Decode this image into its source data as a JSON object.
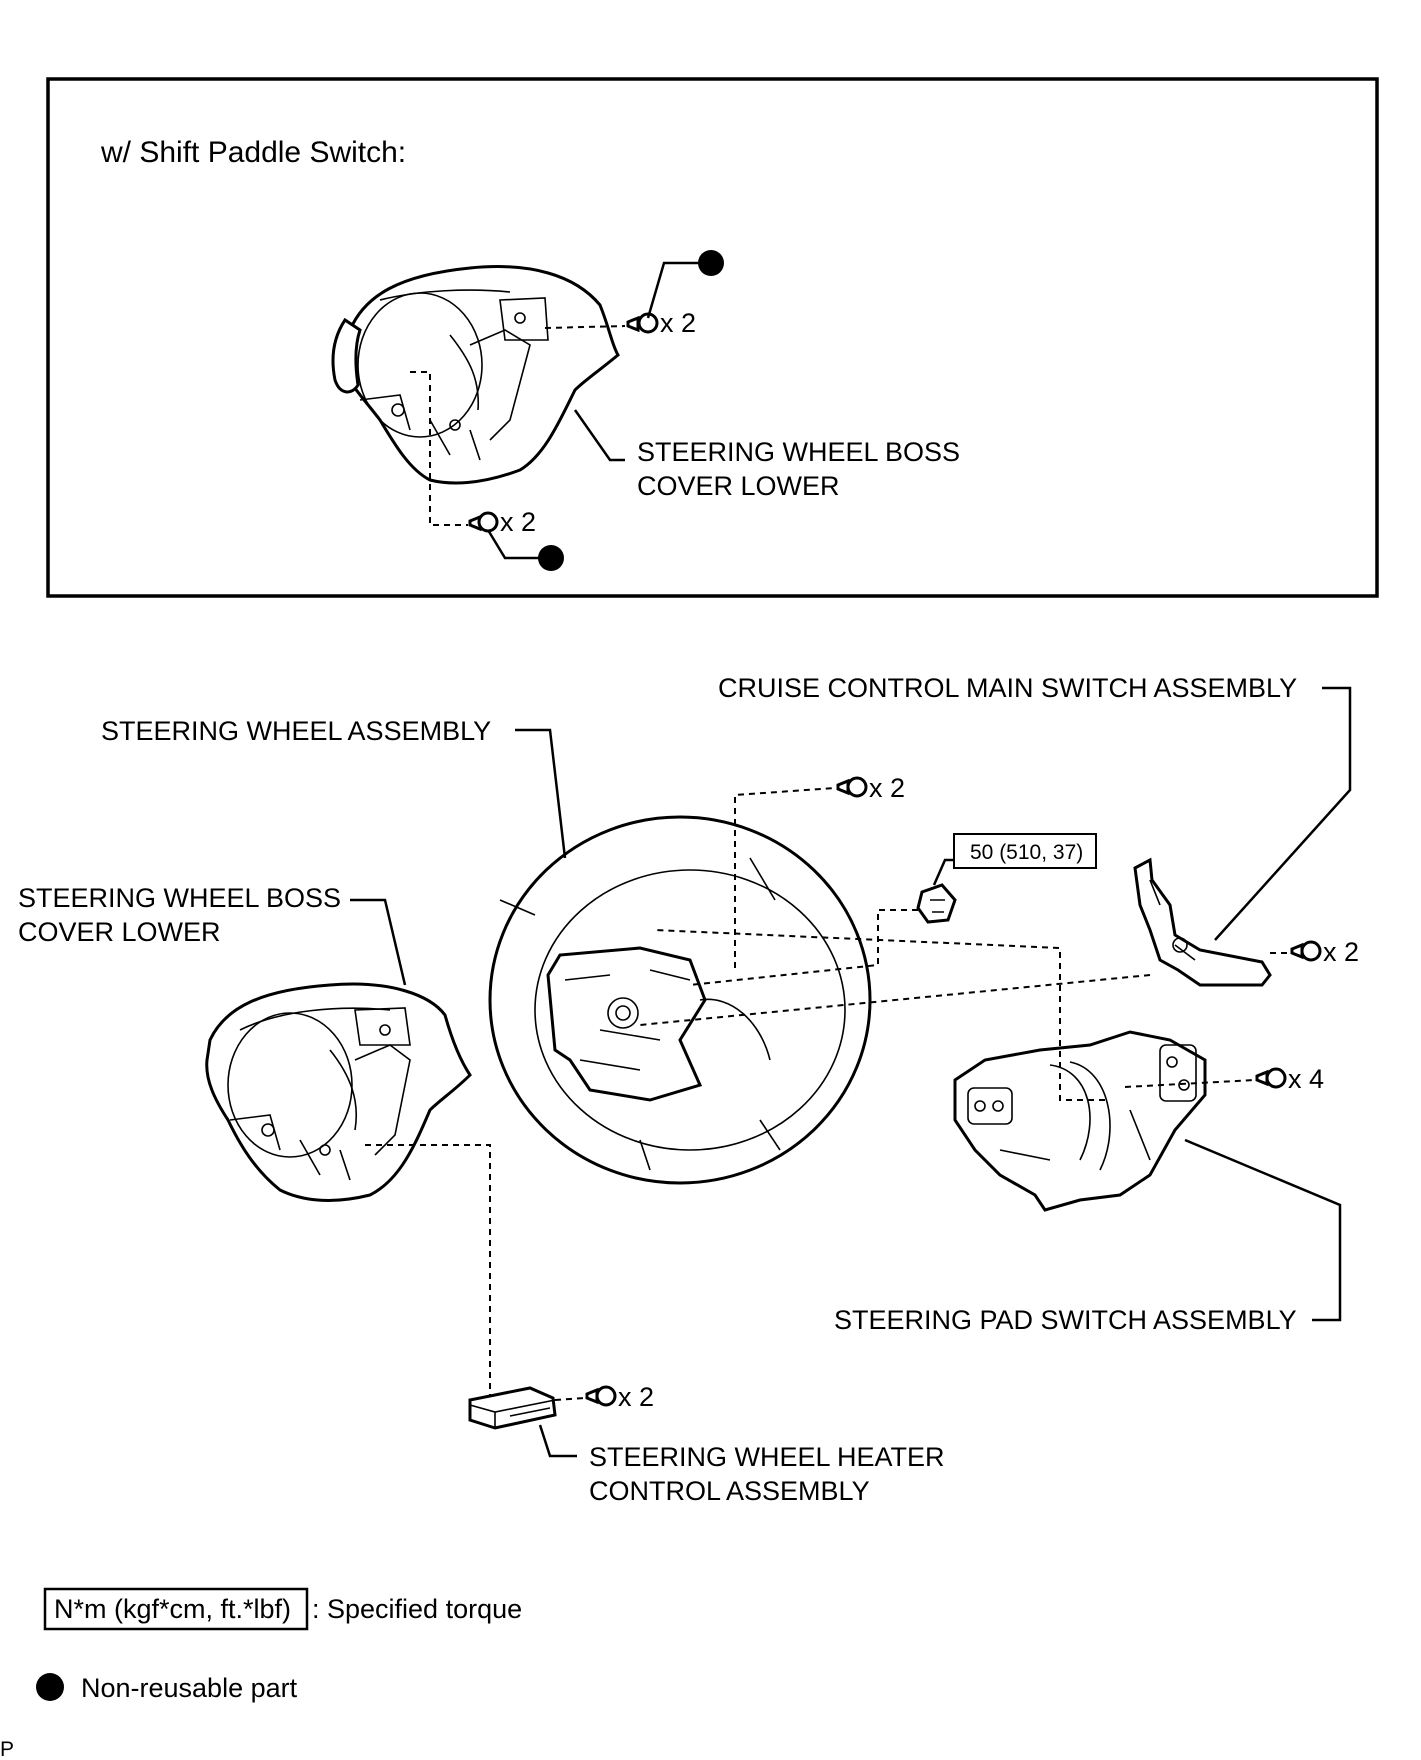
{
  "inset": {
    "title": "w/ Shift Paddle Switch:",
    "boss_cover_label_line1": "STEERING WHEEL BOSS",
    "boss_cover_label_line2": "COVER LOWER",
    "screw_qty_upper": "x 2",
    "screw_qty_lower": "x 2"
  },
  "main": {
    "cruise_label": "CRUISE CONTROL MAIN SWITCH ASSEMBLY",
    "wheel_label": "STEERING WHEEL ASSEMBLY",
    "boss_cover_label_line1": "STEERING WHEEL BOSS",
    "boss_cover_label_line2": "COVER LOWER",
    "pad_switch_label": "STEERING PAD SWITCH ASSEMBLY",
    "heater_label_line1": "STEERING WHEEL HEATER",
    "heater_label_line2": "CONTROL ASSEMBLY",
    "torque_value": "50 (510, 37)",
    "screw_qty_wheel": "x 2",
    "screw_qty_cruise": "x 2",
    "screw_qty_pad": "x 4",
    "screw_qty_heater": "x 2"
  },
  "legend": {
    "torque_box": "N*m (kgf*cm, ft.*lbf)",
    "torque_text": ": Specified torque",
    "nonreusable_text": "Non-reusable part"
  },
  "footer": {
    "corner_mark": "P"
  }
}
